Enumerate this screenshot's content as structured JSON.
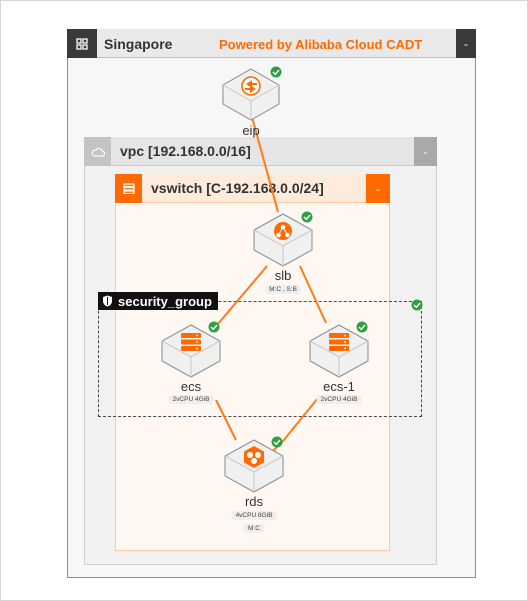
{
  "region": {
    "title": "Singapore",
    "powered_by": "Powered by Alibaba Cloud CADT",
    "collapse": "-"
  },
  "vpc": {
    "title": "vpc [192.168.0.0/16]",
    "collapse": "-"
  },
  "vswitch": {
    "title": "vswitch [C-192.168.0.0/24]",
    "collapse": "-"
  },
  "security_group": {
    "title": "security_group"
  },
  "nodes": {
    "eip": {
      "label": "eip"
    },
    "slb": {
      "label": "slb",
      "specs": [
        "M:C , S:B"
      ]
    },
    "ecs": {
      "label": "ecs",
      "specs": [
        "2vCPU  4GiB"
      ]
    },
    "ecs1": {
      "label": "ecs-1",
      "specs": [
        "2vCPU  4GiB"
      ]
    },
    "rds": {
      "label": "rds",
      "specs": [
        "4vCPU  8GiB",
        "M:C"
      ]
    }
  },
  "colors": {
    "accent": "#ff6a00",
    "status_ok": "#2ea043",
    "region_header_dark": "#3a3a3a"
  },
  "icons": {
    "region": "grid-icon",
    "vpc": "cloud-icon",
    "vswitch": "switch-icon",
    "security_group": "shield-icon",
    "eip": "eip-icon",
    "slb": "load-balancer-icon",
    "ecs": "server-icon",
    "rds": "database-icon",
    "status": "check-circle-icon"
  }
}
